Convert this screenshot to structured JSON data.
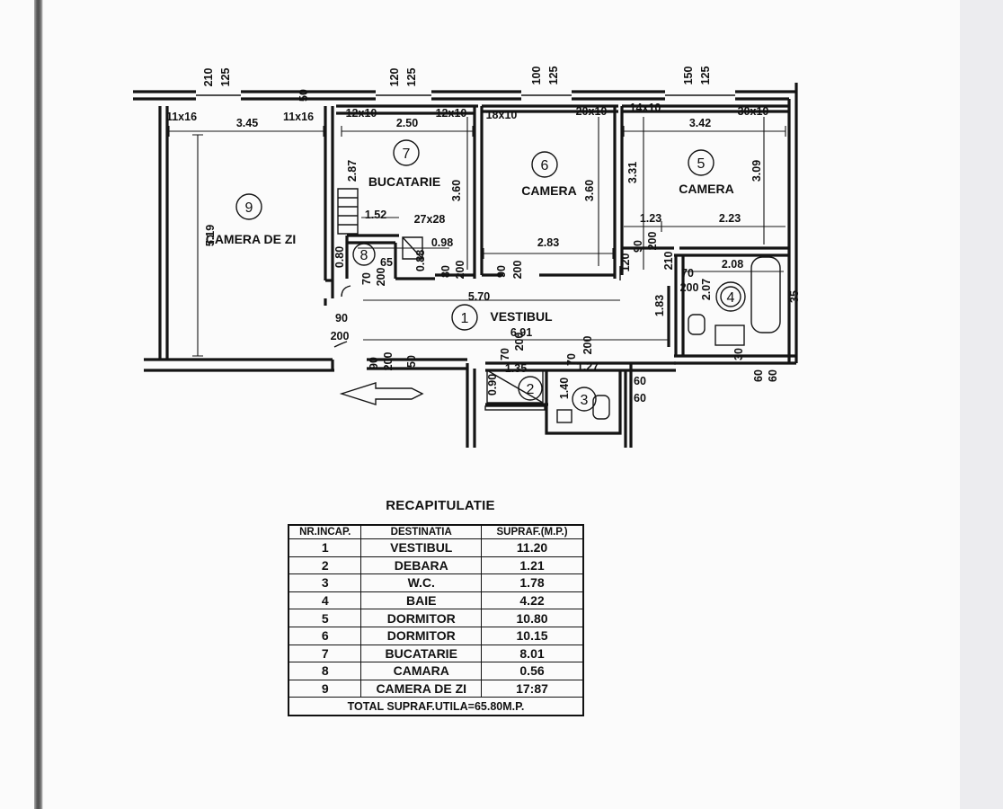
{
  "rooms": [
    {
      "number": "1",
      "name": "VESTIBUL"
    },
    {
      "number": "2",
      "name": ""
    },
    {
      "number": "3",
      "name": ""
    },
    {
      "number": "4",
      "name": ""
    },
    {
      "number": "5",
      "name": "CAMERA"
    },
    {
      "number": "6",
      "name": "CAMERA"
    },
    {
      "number": "7",
      "name": "BUCATARIE"
    },
    {
      "number": "8",
      "name": ""
    },
    {
      "number": "9",
      "name": "CAMERA DE ZI"
    }
  ],
  "dimensions": {
    "w9": "3.45",
    "h9": "5.19",
    "w7": "2.50",
    "h7a": "2.87",
    "h7b": "3.60",
    "w7b": "1.52",
    "w7c": "0.98",
    "pantry_duct": "27x28",
    "w6": "2.83",
    "h6": "3.60",
    "w5": "3.42",
    "h5a": "3.31",
    "h5b": "3.09",
    "w5a": "1.23",
    "w5b": "2.23",
    "hall_a": "5.70",
    "hall_b": "6.91",
    "hall_h": "1.83",
    "bath_w": "2.08",
    "bath_h": "2.07",
    "w8a": "0.80",
    "w8b": "0.88",
    "w2": "1.35",
    "w3": "1.27",
    "h2": "0.90",
    "h3": "1.40"
  },
  "window_labels": [
    {
      "top": "210",
      "bottom": "125"
    },
    {
      "top": "120",
      "bottom": "125"
    },
    {
      "top": "100",
      "bottom": "125"
    },
    {
      "top": "150",
      "bottom": "125"
    }
  ],
  "beam_labels": [
    "11x16",
    "11x16",
    "12x10",
    "12x10",
    "18x10",
    "20x10",
    "14x10",
    "30x10"
  ],
  "door_labels": {
    "d9_w": "90",
    "d9_h": "200",
    "entry_w": "90",
    "entry_h": "200",
    "entry_x": "50",
    "d6_w": "90",
    "d6_h": "200",
    "d7_w": "80",
    "d7_h": "200",
    "d8_w": "70",
    "d8_h": "200",
    "d5_w": "90",
    "d5_h": "200",
    "d4_w": "70",
    "d4_h": "200",
    "d2_w": "70",
    "d2_h": "200",
    "d3_w": "70",
    "d3_h": "200",
    "misc_a": "120",
    "misc_b": "210",
    "side_a": "60",
    "side_b": "60",
    "side_c": "60",
    "side_d": "60",
    "top_50": "50",
    "bath_30": "30",
    "bath_35": "35",
    "d8_65": "65"
  },
  "summary": {
    "title": "RECAPITULATIE",
    "headers": [
      "NR.INCAP.",
      "DESTINATIA",
      "SUPRAF.(M.P.)"
    ],
    "rows": [
      {
        "nr": "1",
        "destinatia": "VESTIBUL",
        "suprafata": "11.20"
      },
      {
        "nr": "2",
        "destinatia": "DEBARA",
        "suprafata": "1.21"
      },
      {
        "nr": "3",
        "destinatia": "W.C.",
        "suprafata": "1.78"
      },
      {
        "nr": "4",
        "destinatia": "BAIE",
        "suprafata": "4.22"
      },
      {
        "nr": "5",
        "destinatia": "DORMITOR",
        "suprafata": "10.80"
      },
      {
        "nr": "6",
        "destinatia": "DORMITOR",
        "suprafata": "10.15"
      },
      {
        "nr": "7",
        "destinatia": "BUCATARIE",
        "suprafata": "8.01"
      },
      {
        "nr": "8",
        "destinatia": "CAMARA",
        "suprafata": "0.56"
      },
      {
        "nr": "9",
        "destinatia": "CAMERA DE ZI",
        "suprafata": "17:87"
      }
    ],
    "total": "TOTAL SUPRAF.UTILA=65.80M.P."
  },
  "colors": {
    "ink": "#141414",
    "paper": "#fbfbfb",
    "margin": "#ececef"
  }
}
